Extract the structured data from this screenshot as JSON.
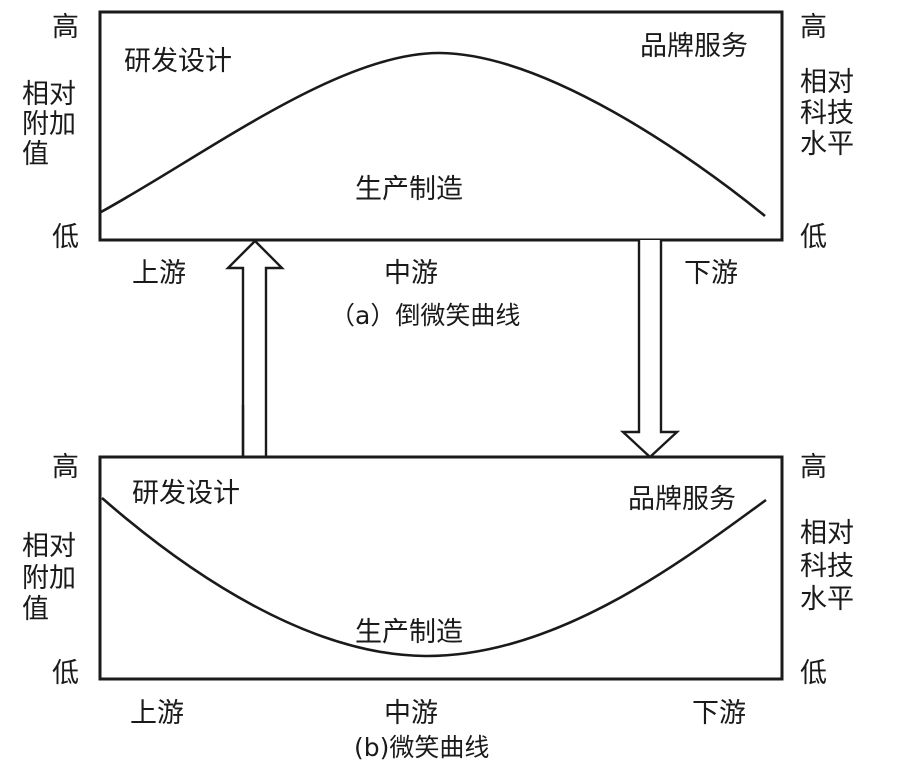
{
  "panel_a": {
    "left_axis_top": "高",
    "left_axis_bottom": "低",
    "left_axis_label": [
      "相对",
      "附加",
      "值"
    ],
    "right_axis_top": "高",
    "right_axis_bottom": "低",
    "right_axis_label": [
      "相对",
      "科技",
      "水平"
    ],
    "label_left": "研发设计",
    "label_right": "品牌服务",
    "label_center": "生产制造",
    "x_left": "上游",
    "x_center": "中游",
    "x_right": "下游",
    "caption": "（a）倒微笑曲线",
    "curve_shape": "inverted-smile"
  },
  "panel_b": {
    "left_axis_top": "高",
    "left_axis_bottom": "低",
    "left_axis_label": [
      "相对",
      "附加",
      "值"
    ],
    "right_axis_top": "高",
    "right_axis_bottom": "低",
    "right_axis_label": [
      "相对",
      "科技",
      "水平"
    ],
    "label_left": "研发设计",
    "label_right": "品牌服务",
    "label_center": "生产制造",
    "x_left": "上游",
    "x_center": "中游",
    "x_right": "下游",
    "caption": "(b)微笑曲线",
    "curve_shape": "smile"
  },
  "arrows": [
    {
      "name": "transition-up-arrow",
      "direction": "up",
      "from": "panel_b",
      "to": "panel_a"
    },
    {
      "name": "transition-down-arrow",
      "direction": "down",
      "from": "panel_a",
      "to": "panel_b"
    }
  ]
}
